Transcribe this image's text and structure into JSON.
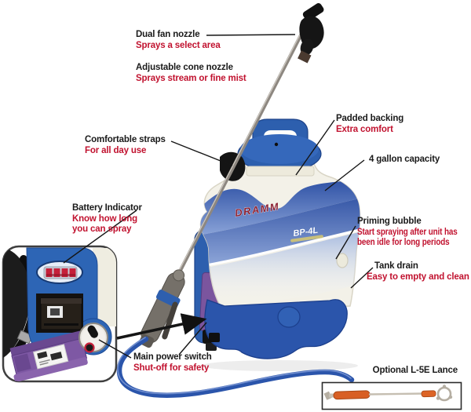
{
  "product": {
    "brand_logo": "DRAMM",
    "model_logo": "BP-4L"
  },
  "callouts": {
    "dual_fan_nozzle": {
      "title": "Dual fan nozzle",
      "subtitle": "Sprays a select area"
    },
    "adjustable_cone_nozzle": {
      "title": "Adjustable cone nozzle",
      "subtitle": "Sprays stream or fine mist"
    },
    "comfortable_straps": {
      "title": "Comfortable straps",
      "subtitle": "For all day use"
    },
    "padded_backing": {
      "title": "Padded backing",
      "subtitle": "Extra comfort"
    },
    "capacity": {
      "title": "4 gallon capacity"
    },
    "battery_indicator": {
      "title": "Battery Indicator",
      "subtitle_lines": [
        "Know how long",
        "you can spray"
      ]
    },
    "priming_bubble": {
      "title": "Priming bubble",
      "subtitle_lines": [
        "Start spraying after unit has",
        "been idle for long periods"
      ]
    },
    "tank_drain": {
      "title": "Tank drain",
      "subtitle": "Easy to empty and clean"
    },
    "main_power_switch": {
      "title": "Main power switch",
      "subtitle": "Shut-off for safety"
    }
  },
  "lance_box": {
    "label": "Optional L-5E Lance"
  },
  "colors": {
    "label_text": "#1a1a1a",
    "label_accent_red": "#c1122f",
    "sprayer_blue": "#2d5fae",
    "hose_blue": "#2b55ab",
    "accessory_purple": "#7b559e",
    "lance_orange": "#d85f24",
    "tank_ivory": "#f3f1e8",
    "brand_maroon": "#8c2233"
  }
}
